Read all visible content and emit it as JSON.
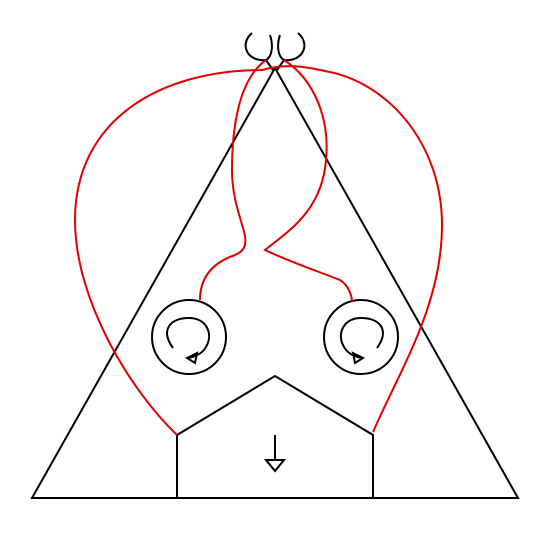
{
  "colors": {
    "background": "#ffffff",
    "outline": "#000000",
    "string": "#e00000"
  },
  "elements": {
    "triangle": "outer-triangle",
    "house": "house-shape",
    "down_arrow": "down-arrow-icon",
    "left_coil": "clockwise-rotation-icon",
    "right_coil": "counterclockwise-rotation-icon",
    "top_hooks": "hook-icons"
  }
}
